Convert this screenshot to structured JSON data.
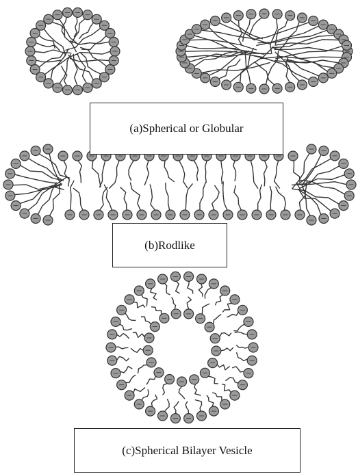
{
  "figure": {
    "ink_color": "#333333",
    "head_fill": "#9a9a9a",
    "labels": {
      "spherical": "(a)Spherical or Globular",
      "rodlike": "(b)Rodlike",
      "vesicle": "(c)Spherical Bilayer Vesicle"
    }
  }
}
